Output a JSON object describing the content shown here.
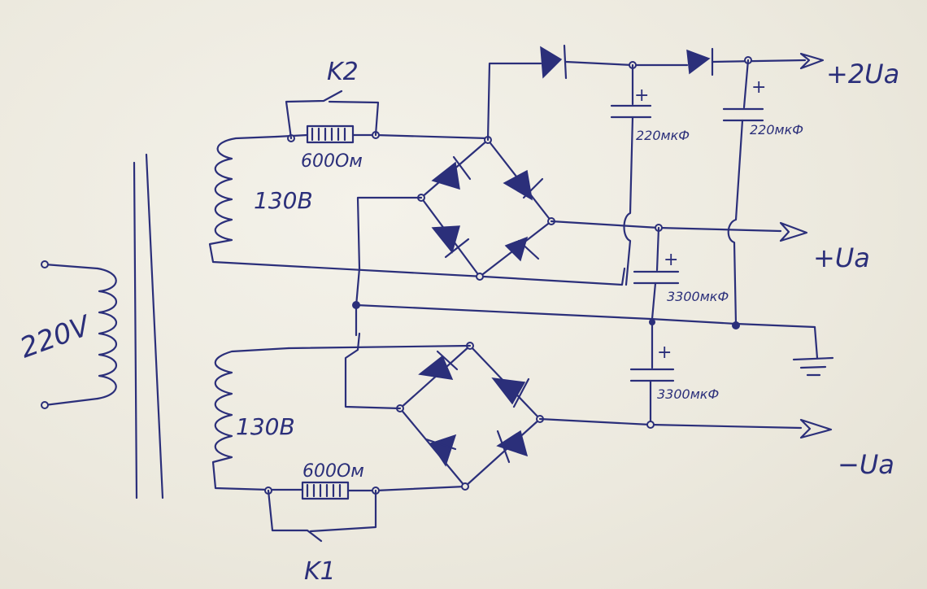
{
  "labels": {
    "mains_voltage": "220V",
    "top_winding": "130В",
    "bottom_winding": "130В",
    "relay_top": "K2",
    "relay_bottom": "K1",
    "resistor_top": "600Ом",
    "resistor_bottom": "600Ом",
    "cap_top_left": "220мкФ",
    "cap_top_right": "220мкФ",
    "cap_mid": "3300мкФ",
    "cap_bottom": "3300мкФ",
    "cap_polarity": "+",
    "out_double": "+2Ua",
    "out_plus": "+Ua",
    "out_minus": "−Ua"
  },
  "colors": {
    "ink": "#2b2f7a",
    "paper": "#eeebe0"
  }
}
